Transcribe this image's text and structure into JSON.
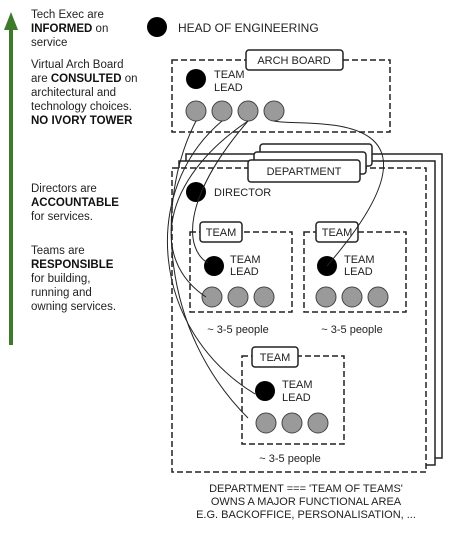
{
  "side_notes": [
    {
      "pre": "Tech Exec are",
      "strong": "INFORMED",
      "post": "on service"
    },
    {
      "pre": "Virtual Arch Board are",
      "strong": "CONSULTED",
      "post": "on architectural and technology choices.",
      "strong2": "NO IVORY TOWER"
    },
    {
      "pre": "Directors are",
      "strong": "ACCOUNTABLE",
      "post": "for services."
    },
    {
      "pre": "Teams are",
      "strong": "RESPONSIBLE",
      "post": "for building, running and owning services."
    }
  ],
  "head_of_engineering": "HEAD OF ENGINEERING",
  "arch_board": {
    "title": "ARCH BOARD",
    "lead_line1": "TEAM",
    "lead_line2": "LEAD"
  },
  "department": {
    "title": "DEPARTMENT",
    "director": "DIRECTOR"
  },
  "teams": [
    {
      "title": "TEAM",
      "lead_line1": "TEAM",
      "lead_line2": "LEAD",
      "size": "~ 3-5 people"
    },
    {
      "title": "TEAM",
      "lead_line1": "TEAM",
      "lead_line2": "LEAD",
      "size": "~ 3-5 people"
    },
    {
      "title": "TEAM",
      "lead_line1": "TEAM",
      "lead_line2": "LEAD",
      "size": "~ 3-5 people"
    }
  ],
  "footer": [
    "DEPARTMENT === 'TEAM OF TEAMS'",
    "OWNS A MAJOR FUNCTIONAL AREA",
    "E.G. BACKOFFICE, PERSONALISATION, ..."
  ],
  "colors": {
    "arrow": "#3d7a2a",
    "member": "#9a9a9a",
    "lead": "#000000"
  }
}
